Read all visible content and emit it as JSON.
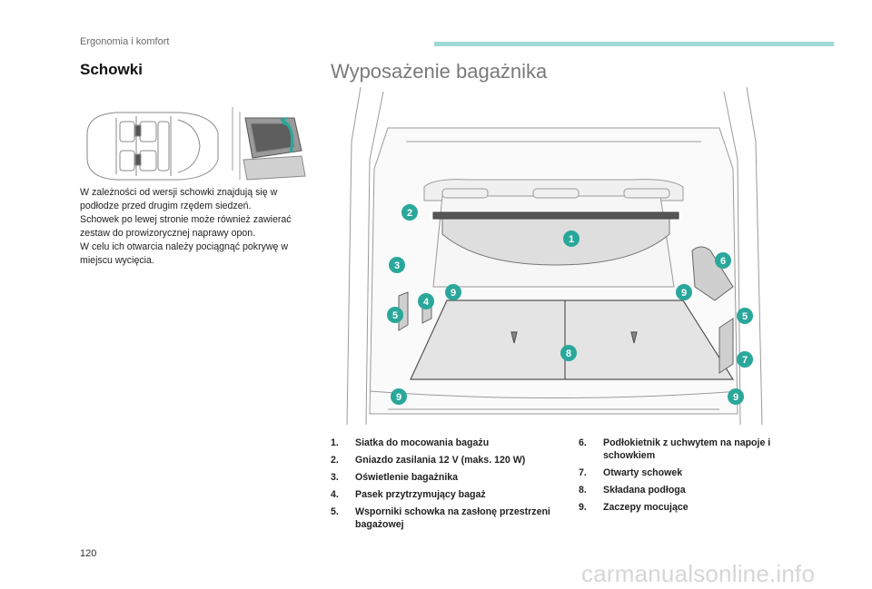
{
  "header": {
    "section": "Ergonomia i komfort",
    "accent_color": "#9fd9d6"
  },
  "left": {
    "title": "Schowki",
    "paragraphs": [
      "W zależności od wersji schowki znajdują się w podłodze przed drugim rzędem siedzeń.",
      "Schowek po lewej stronie może również zawierać zestaw do prowizorycznej naprawy opon.",
      "W celu ich otwarcia należy pociągnąć pokrywę w miejscu wycięcia."
    ]
  },
  "right": {
    "title": "Wyposażenie bagażnika",
    "callouts": [
      "1",
      "2",
      "3",
      "4",
      "5",
      "6",
      "7",
      "8",
      "9"
    ],
    "callout_color": "#2aa79b",
    "items_left": [
      {
        "num": "1.",
        "text": "Siatka do mocowania bagażu"
      },
      {
        "num": "2.",
        "text": "Gniazdo zasilania 12 V (maks. 120 W)"
      },
      {
        "num": "3.",
        "text": "Oświetlenie bagażnika"
      },
      {
        "num": "4.",
        "text": "Pasek przytrzymujący bagaż"
      },
      {
        "num": "5.",
        "text": "Wsporniki schowka na zasłonę przestrzeni bagażowej"
      }
    ],
    "items_right": [
      {
        "num": "6.",
        "text": "Podłokietnik z uchwytem na napoje i schowkiem"
      },
      {
        "num": "7.",
        "text": "Otwarty schowek"
      },
      {
        "num": "8.",
        "text": "Składana podłoga"
      },
      {
        "num": "9.",
        "text": "Zaczepy mocujące"
      }
    ]
  },
  "footer": {
    "page_number": "120",
    "watermark": "carmanualsonline.info"
  }
}
